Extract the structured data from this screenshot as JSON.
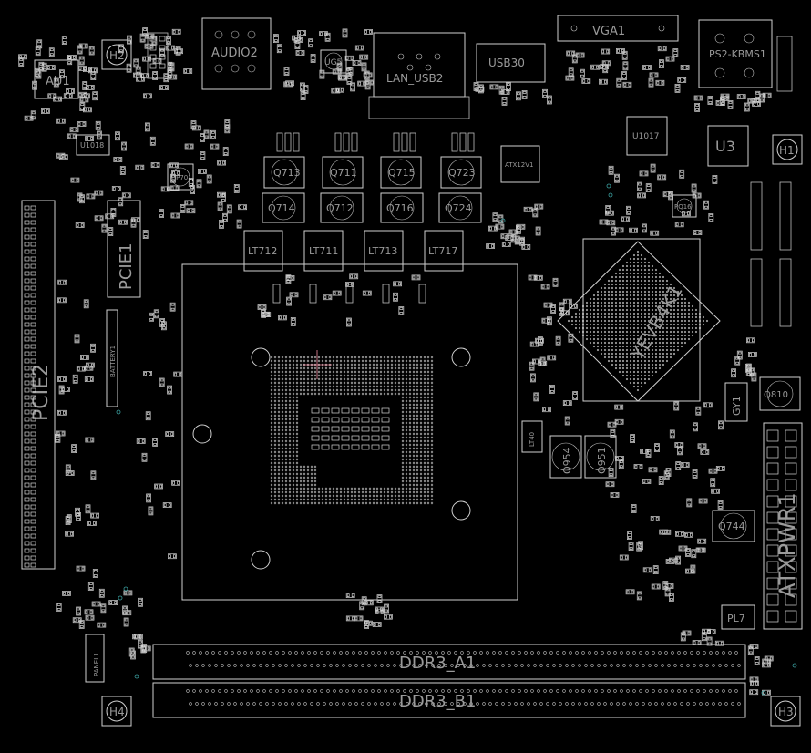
{
  "labels": {
    "au1": "AU1",
    "h2": "H2",
    "audio2": "AUDIO2",
    "ug5": "UG5",
    "lan_usb2": "LAN_USB2",
    "usb3": "USB30",
    "vga1": "VGA1",
    "ps2": "PS2-KBMS1",
    "u1018": "U1018",
    "up701": "UP701",
    "pcie1": "PCIE1",
    "pcie2": "PCIE2",
    "battery1": "BATTERY1",
    "q713": "Q713",
    "q711": "Q711",
    "q715": "Q715",
    "q723": "Q723",
    "q714": "Q714",
    "q712": "Q712",
    "q716": "Q716",
    "q724": "Q724",
    "atx12v": "ATX12V1",
    "lt712": "LT712",
    "lt711": "LT711",
    "lt713": "LT713",
    "lt717": "LT717",
    "u1017": "U1017",
    "u3": "U3",
    "h1": "H1",
    "pq16": "PQ16",
    "bga": "YEVB4K1",
    "gy1": "GY1",
    "q810": "Q810",
    "lt40": "LT40",
    "q954": "Q954",
    "q951": "Q951",
    "q744": "Q744",
    "pl7": "PL7",
    "atxpwr": "ATXPWR1",
    "ddr_a1": "DDR3_A1",
    "ddr_b1": "DDR3_B1",
    "h4": "H4",
    "h3": "H3",
    "panel": "PANEL1"
  },
  "colors": {
    "background": "#000000",
    "outline": "#cfcfcf",
    "label": "#9a9a9a",
    "via": "#3aa0a0",
    "marker": "#c07080"
  }
}
